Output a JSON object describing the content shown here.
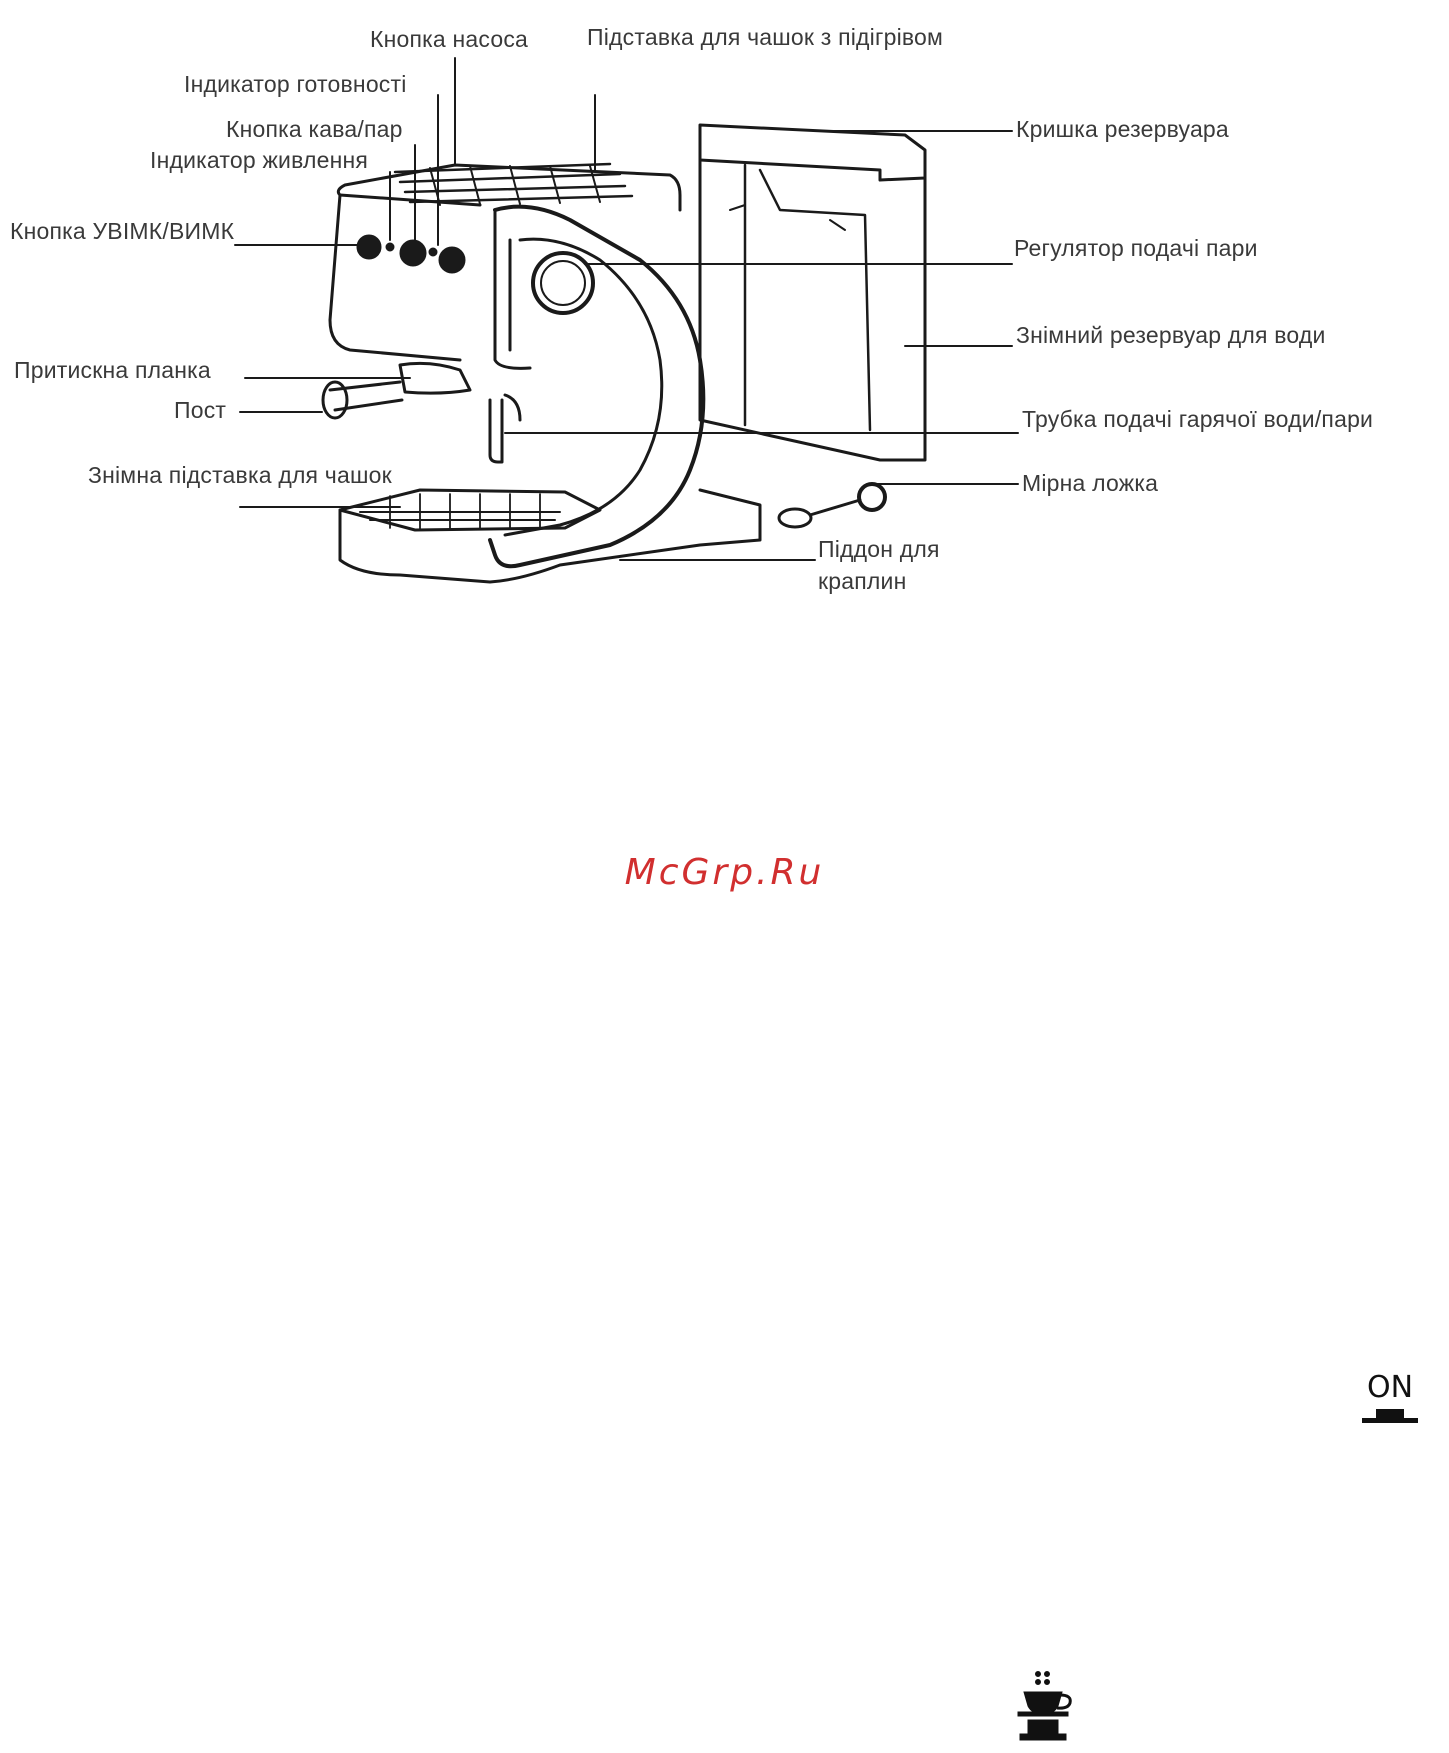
{
  "labels": {
    "pump_button": "Кнопка насоса",
    "warming_tray": "Підставка для чашок з підігрівом",
    "ready_indicator": "Індикатор готовності",
    "coffee_steam_button": "Кнопка кава/пар",
    "power_indicator": "Індикатор живлення",
    "on_off_button": "Кнопка УВІМК/ВИМК",
    "clamp_bar": "Притискна планка",
    "holder": "Пост",
    "removable_cup_stand": "Знімна підставка для чашок",
    "tank_lid": "Кришка резервуара",
    "steam_regulator": "Регулятор подачі пари",
    "water_tank": "Знімний резервуар для води",
    "steam_tube": "Трубка подачі гарячої води/пари",
    "measuring_spoon": "Мірна ложка",
    "drip_tray_line1": "Піддон для",
    "drip_tray_line2": "краплин"
  },
  "watermark": "McGrp.Ru",
  "symbols": {
    "on_label": "ON",
    "on_icon": "on-button-icon",
    "cup_icon": "steaming-cup-icon"
  }
}
